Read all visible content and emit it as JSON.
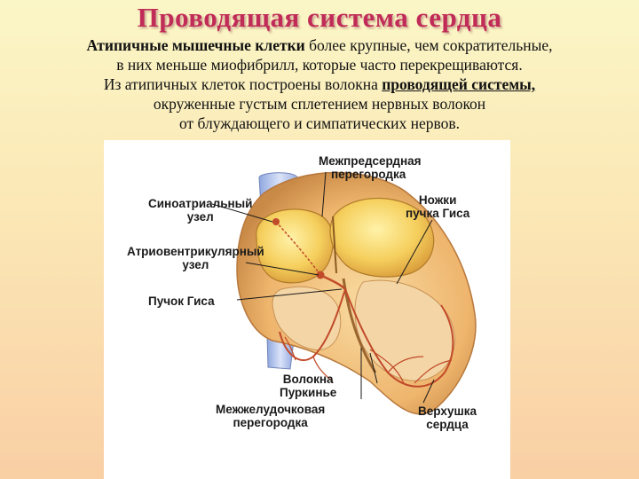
{
  "title": "Проводящая система сердца",
  "description": {
    "line1_bold": "Атипичные мышечные клетки",
    "line1_rest": " более крупные, чем сократительные,",
    "line2": "в них меньше миофибрилл, которые часто перекрещиваются.",
    "line3_start": "Из атипичных клеток построены волокна ",
    "line3_emph": "проводящей системы,",
    "line4": "окруженные густым сплетением нервных волокон",
    "line5": "от блуждающего и симпатических нервов."
  },
  "diagram_labels": {
    "interatrial_septum": [
      "Межпредсердная",
      "перегородка"
    ],
    "sinoatrial_node": [
      "Синоатриальный",
      "узел"
    ],
    "bundle_branches": [
      "Ножки",
      "пучка Гиса"
    ],
    "av_node": [
      "Атриовентрикулярный",
      "узел"
    ],
    "bundle_of_his": [
      "Пучок Гиса"
    ],
    "purkinje_fibers": [
      "Волокна",
      "Пуркинье"
    ],
    "interventricular_septum": [
      "Межжелудочковая",
      "перегородка"
    ],
    "apex": [
      "Верхушка",
      "сердца"
    ]
  },
  "colors": {
    "title": "#c02b57",
    "muscle": "#f2c27d",
    "chamber": "#f6d16a",
    "vessel": "#b8c8ef",
    "conduction": "#c14a2a"
  }
}
